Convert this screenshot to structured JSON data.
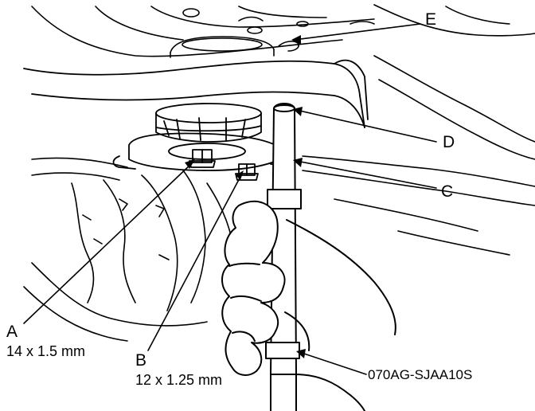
{
  "callouts": {
    "a": {
      "letter": "A",
      "spec": "14 x 1.5 mm"
    },
    "b": {
      "letter": "B",
      "spec": "12 x 1.25 mm"
    },
    "c": {
      "letter": "C"
    },
    "d": {
      "letter": "D"
    },
    "e": {
      "letter": "E"
    }
  },
  "figure_code": "070AG-SJAA10S",
  "colors": {
    "ink": "#000000",
    "paper": "#ffffff"
  }
}
